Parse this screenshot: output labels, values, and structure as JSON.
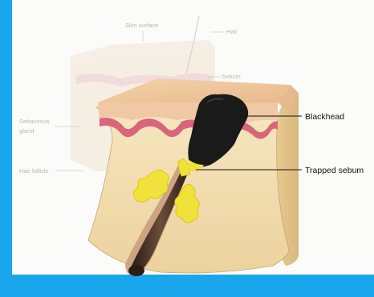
{
  "diagram": {
    "background_labels": {
      "skin_surface": "Skin surface",
      "hair": "Hair",
      "sebum": "Sebum",
      "sebaceous_gland_line1": "Sebaceous",
      "sebaceous_gland_line2": "gland",
      "hair_follicle": "Hair follicle"
    },
    "labels": {
      "blackhead": "Blackhead",
      "trapped_sebum": "Trapped sebum"
    }
  },
  "colors": {
    "frame": "#1aa6ec",
    "skin_base": "#f2dfb3",
    "epidermis": "#f1c9a2",
    "dermis_pink": "#d9657a",
    "blackhead": "#1a1a1a",
    "sebum": "#f0e23a",
    "hair": "#4a3426"
  }
}
